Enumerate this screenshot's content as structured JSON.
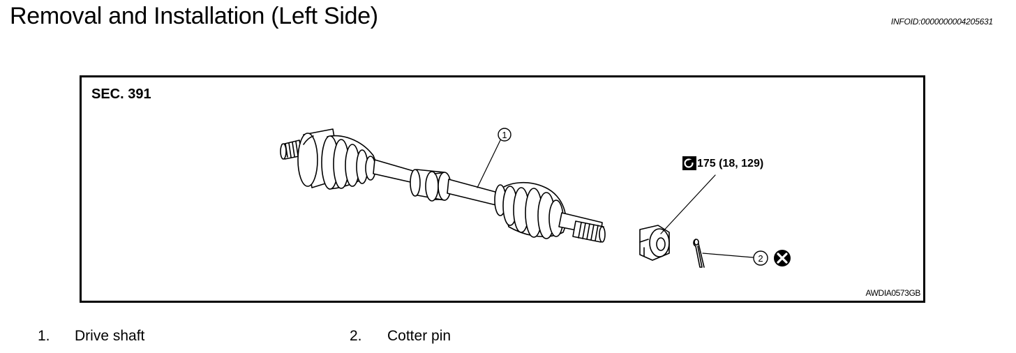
{
  "header": {
    "title": "Removal and Installation (Left Side)",
    "info_id": "INFOID:0000000004205631"
  },
  "figure": {
    "section": "SEC. 391",
    "torque": "175 (18, 129)",
    "torque_icon": "torque-wrench-icon",
    "callouts": [
      "1",
      "2"
    ],
    "not_reusable_icon": "x-circle-icon",
    "code": "AWDIA0573GB"
  },
  "legend": [
    {
      "number": "1.",
      "label": "Drive shaft"
    },
    {
      "number": "2.",
      "label": "Cotter pin"
    }
  ]
}
